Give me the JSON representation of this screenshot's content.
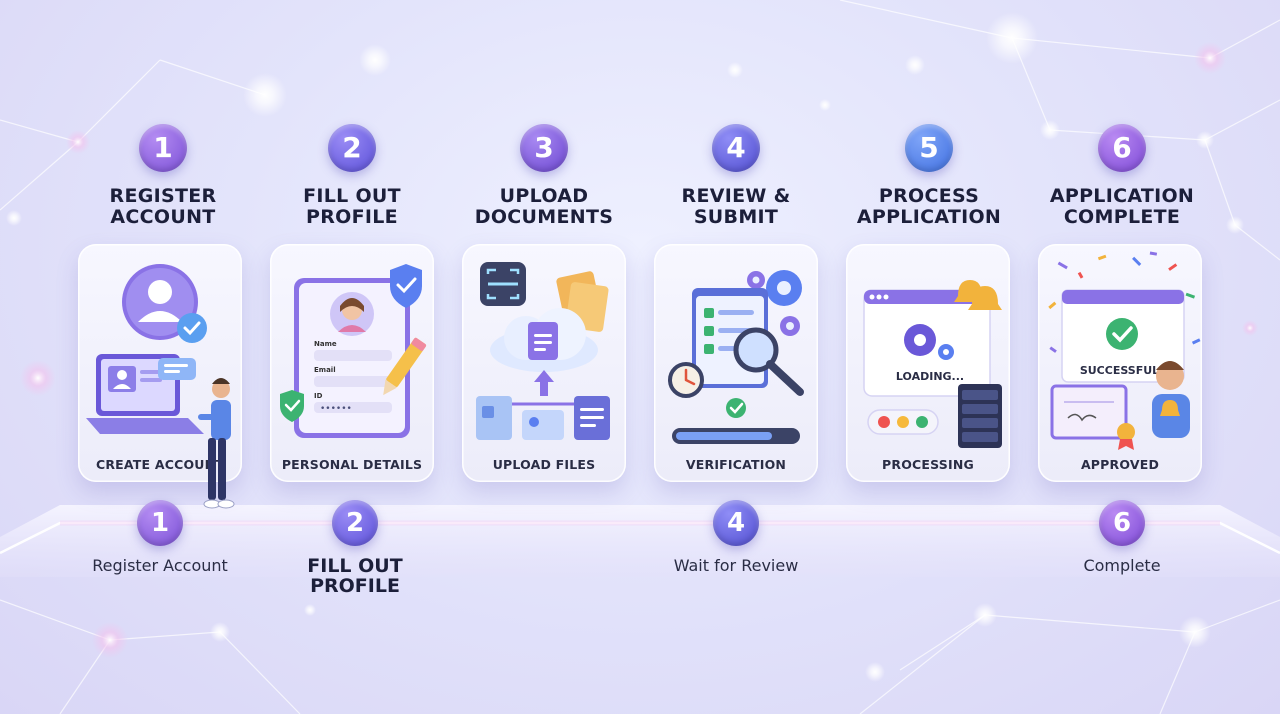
{
  "steps": [
    {
      "number": "1",
      "title_line1": "REGISTER",
      "title_line2": "ACCOUNT",
      "caption": "CREATE ACCOUNT"
    },
    {
      "number": "2",
      "title_line1": "FILL OUT",
      "title_line2": "PROFILE",
      "caption": "PERSONAL DETAILS"
    },
    {
      "number": "3",
      "title_line1": "UPLOAD",
      "title_line2": "DOCUMENTS",
      "caption": "UPLOAD FILES"
    },
    {
      "number": "4",
      "title_line1": "REVIEW &",
      "title_line2": "SUBMIT",
      "caption": "VERIFICATION"
    },
    {
      "number": "5",
      "title_line1": "PROCESS",
      "title_line2": "APPLICATION",
      "caption": "PROCESSING"
    },
    {
      "number": "6",
      "title_line1": "APPLICATION",
      "title_line2": "COMPLETE",
      "caption": "APPROVED"
    }
  ],
  "profile_form": {
    "name_label": "Name",
    "email_label": "Email",
    "id_label": "ID",
    "id_value": "••••••"
  },
  "processing_screen": {
    "loading_text": "LOADING..."
  },
  "approved_screen": {
    "success_text": "SUCCESSFUL!"
  },
  "timeline": [
    {
      "number": "1",
      "label": "Register Account",
      "style": "regular"
    },
    {
      "number": "2",
      "label_line1": "FILL OUT",
      "label_line2": "PROFILE",
      "style": "bold"
    },
    {
      "number": "4",
      "label": "Wait for Review",
      "style": "regular"
    },
    {
      "number": "6",
      "label": "Complete",
      "style": "regular"
    }
  ],
  "colors": {
    "badge_purple": "#7a4fd6",
    "badge_blue": "#3f6fe0",
    "check_green": "#3cb371",
    "card_bg": "#f4f4fd",
    "title_text": "#1c1f3a"
  }
}
